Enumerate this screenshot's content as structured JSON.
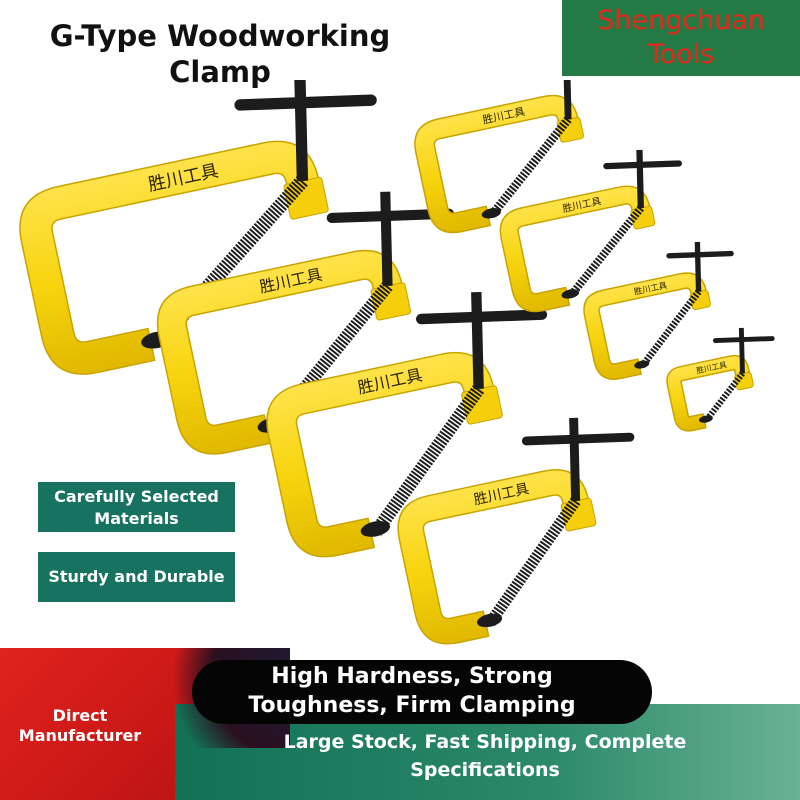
{
  "title": "G-Type Woodworking Clamp",
  "brand": "Shengchuan Tools",
  "features": [
    "Carefully Selected Materials",
    "Sturdy and Durable"
  ],
  "banner": {
    "strength": "High Hardness, Strong Toughness, Firm Clamping",
    "direct": "Direct Manufacturer",
    "stock": "Large Stock, Fast Shipping, Complete Specifications"
  },
  "product": {
    "frame_color": "#f7d40e",
    "screw_color": "#1c1c1c",
    "frame_mark": "胜川工具",
    "sizes_shown": 8
  },
  "colors": {
    "brand_bg": "#237a45",
    "brand_text": "#e8261c",
    "feature_bg": "#177260",
    "banner_red": "#e0221d",
    "banner_black": "#050505",
    "banner_teal": "#127055"
  }
}
